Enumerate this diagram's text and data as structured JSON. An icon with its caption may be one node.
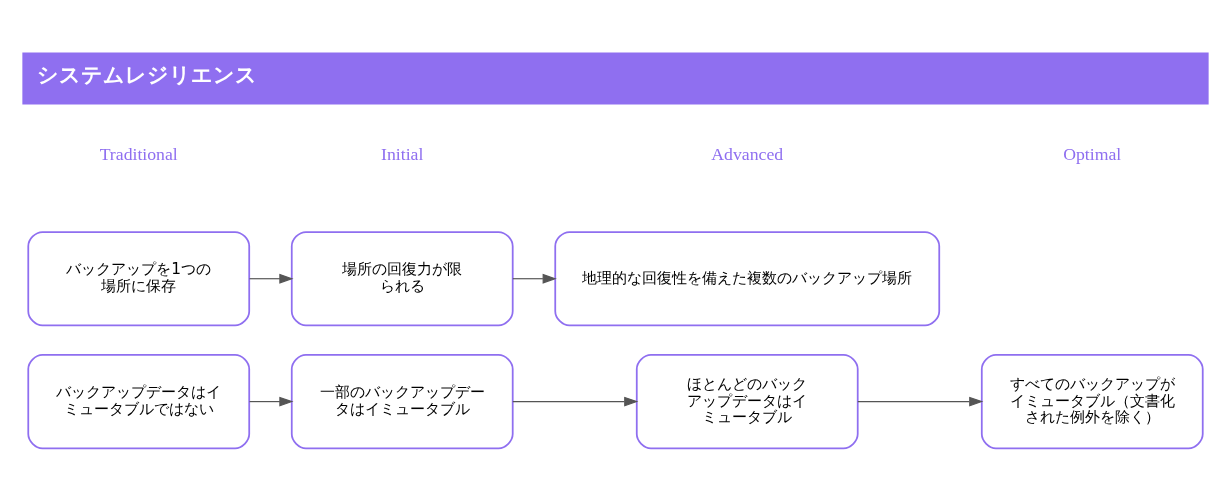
{
  "diagram": {
    "title": "システムレジリエンス",
    "nodes": [
      {
        "text": [
          "バックアップデータはイミュータブルではない"
        ]
      },
      {
        "text": [
          "一部のバックアップデータはイミュータブル"
        ]
      },
      {
        "text": [
          "ほとんどのバックアップデータはイミュータブル"
        ]
      },
      {
        "text": [
          "すべてのバックアップがイミュータブル（文書化された例外を除く）"
        ]
      },
      {
        "text": [
          "バックアップを1つの場所に保存"
        ]
      },
      {
        "text": [
          "場所の回復力が限られる"
        ]
      },
      {
        "text": [
          "地理的な回復性を備えた複数のバックアップ場所"
        ]
      }
    ],
    "edges": [
      {
        "from": 0,
        "to": 1,
        "arrow": "to"
      },
      {
        "from": 1,
        "to": 2,
        "arrow": "to"
      },
      {
        "from": 2,
        "to": 3,
        "arrow": "to"
      },
      {
        "from": 4,
        "to": 5,
        "arrow": "to"
      },
      {
        "from": 5,
        "to": 6,
        "arrow": "to"
      }
    ],
    "labels": [
      "Traditional",
      "Initial",
      "Advanced",
      "Optimal"
    ]
  }
}
